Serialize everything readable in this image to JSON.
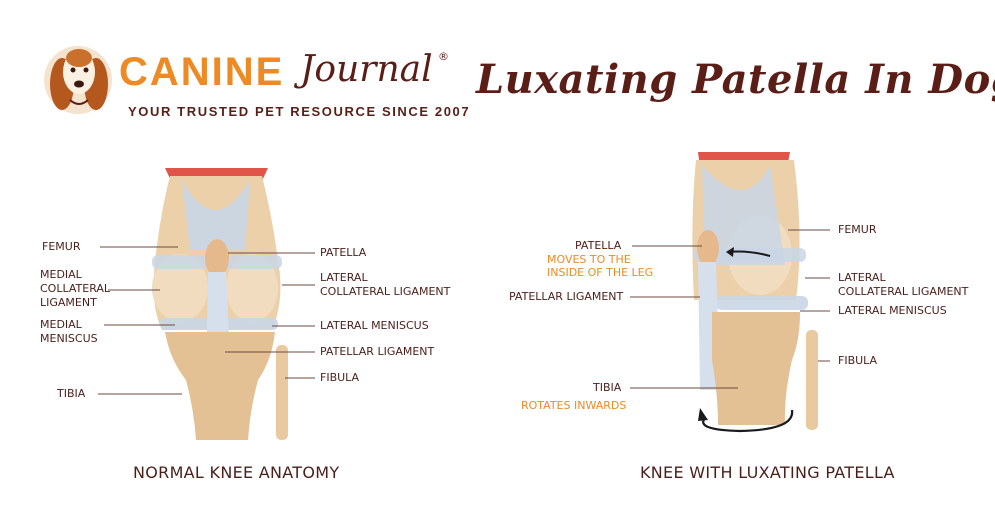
{
  "header": {
    "brand_name": "CANINE",
    "brand_journal": "Journal",
    "brand_registered": "®",
    "tagline": "YOUR TRUSTED PET RESOURCE SINCE 2007",
    "title": "Luxating Patella In Dogs"
  },
  "normal_knee": {
    "caption": "NORMAL KNEE ANATOMY",
    "labels": {
      "femur": "FEMUR",
      "medial_collateral_1": "MEDIAL",
      "medial_collateral_2": "COLLATERAL",
      "medial_collateral_3": "LIGAMENT",
      "medial_meniscus_1": "MEDIAL",
      "medial_meniscus_2": "MENISCUS",
      "tibia": "TIBIA",
      "patella": "PATELLA",
      "lateral_collateral_1": "LATERAL",
      "lateral_collateral_2": "COLLATERAL LIGAMENT",
      "lateral_meniscus": "LATERAL MENISCUS",
      "patellar_ligament": "PATELLAR LIGAMENT",
      "fibula": "FIBULA"
    }
  },
  "luxating_knee": {
    "caption": "KNEE WITH LUXATING PATELLA",
    "labels": {
      "patella": "PATELLA",
      "patella_note_1": "MOVES TO THE",
      "patella_note_2": "INSIDE OF THE LEG",
      "patellar_ligament": "PATELLAR LIGAMENT",
      "tibia": "TIBIA",
      "tibia_note": "ROTATES INWARDS",
      "femur": "FEMUR",
      "lateral_collateral_1": "LATERAL",
      "lateral_collateral_2": "COLLATERAL LIGAMENT",
      "lateral_meniscus": "LATERAL MENISCUS",
      "fibula": "FIBULA"
    }
  },
  "colors": {
    "brand_orange": "#ee8a23",
    "brand_brown": "#5a1e17",
    "muscle_red": "#e0544a",
    "bone": "#e9c9a0",
    "ligament": "#c9d6e6",
    "label_line": "#6b4a40"
  },
  "icons": [
    "dog-logo-icon",
    "patella-shift-arrow-icon",
    "tibia-rotation-arrow-icon"
  ]
}
